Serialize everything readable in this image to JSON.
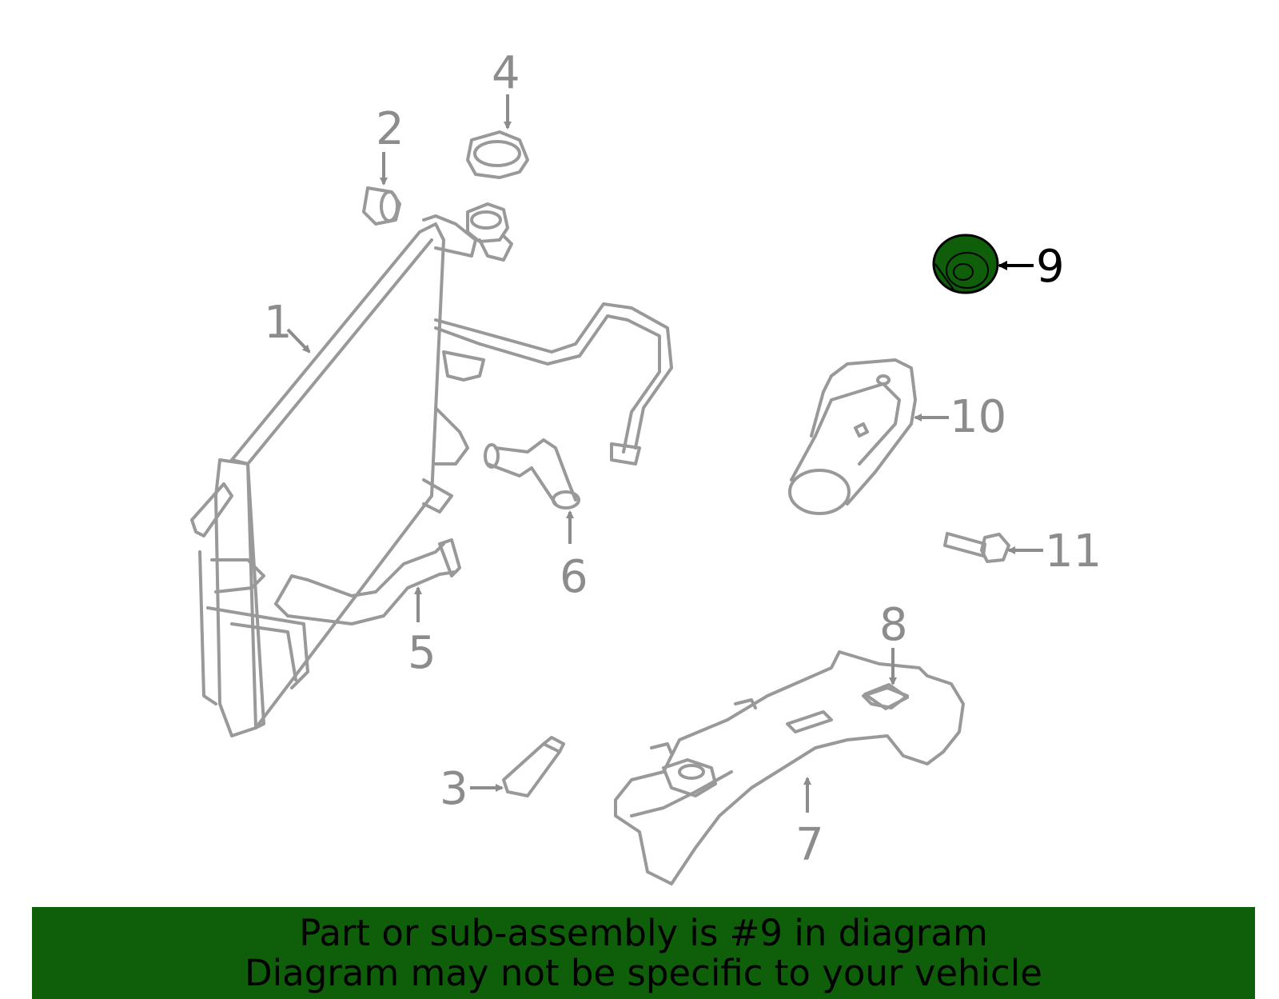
{
  "diagram": {
    "highlight_color": "#0f5e0a",
    "callouts": [
      {
        "id": "1",
        "text": "1"
      },
      {
        "id": "2",
        "text": "2"
      },
      {
        "id": "3",
        "text": "3"
      },
      {
        "id": "4",
        "text": "4"
      },
      {
        "id": "5",
        "text": "5"
      },
      {
        "id": "6",
        "text": "6"
      },
      {
        "id": "7",
        "text": "7"
      },
      {
        "id": "8",
        "text": "8"
      },
      {
        "id": "9",
        "text": "9",
        "highlighted": true
      },
      {
        "id": "10",
        "text": "10"
      },
      {
        "id": "11",
        "text": "11"
      }
    ]
  },
  "banner": {
    "line1": "Part or sub-assembly is #9 in diagram",
    "line2": "Diagram may not be specific to your vehicle",
    "background": "#0f5e0a"
  }
}
